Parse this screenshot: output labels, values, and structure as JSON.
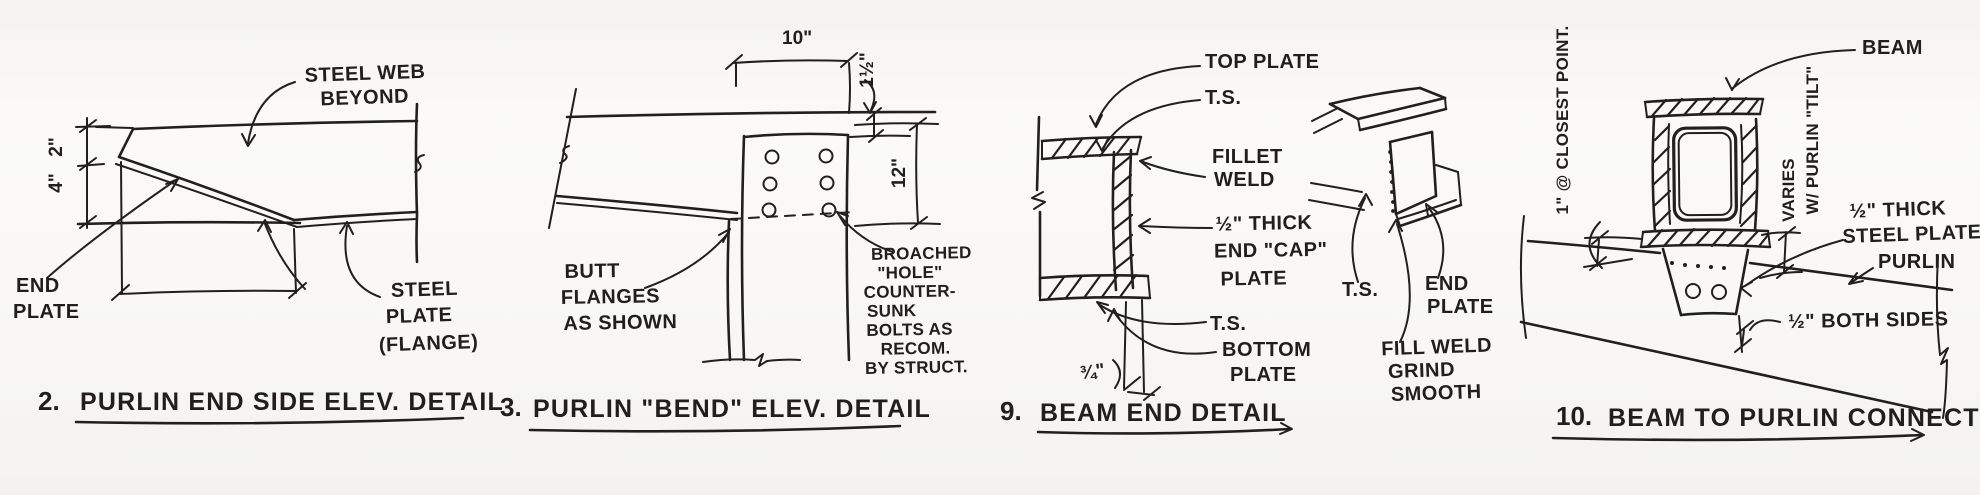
{
  "canvas": {
    "paper": "#f8f7f3",
    "ink": "#221f1c"
  },
  "p1": {
    "number": "2.",
    "title": "PURLIN END SIDE ELEV. DETAIL",
    "dims": {
      "web_depth": "2\"",
      "flange_drop": "4\""
    },
    "labels": {
      "steel_web": [
        "STEEL WEB",
        "BEYOND"
      ],
      "end_plate": [
        "END",
        "PLATE"
      ],
      "steel_plate": [
        "STEEL",
        "PLATE",
        "(FLANGE)"
      ]
    }
  },
  "p2": {
    "number": "3.",
    "title": "PURLIN \"BEND\" ELEV. DETAIL",
    "dims": {
      "width": "10\"",
      "offset": "1½\"",
      "depth": "12\""
    },
    "labels": {
      "butt": [
        "BUTT",
        "FLANGES",
        "AS SHOWN"
      ],
      "broached": [
        "BROACHED",
        "\"HOLE\"",
        "COUNTER-",
        "SUNK",
        "BOLTS AS",
        "RECOM.",
        "BY STRUCT."
      ]
    }
  },
  "p3": {
    "number": "9.",
    "title": "BEAM END DETAIL",
    "dims": {
      "overhang": "¾\""
    },
    "labels": {
      "top_plate": "TOP PLATE",
      "ts_upper": "T.S.",
      "fillet": [
        "FILLET",
        "WELD"
      ],
      "end_cap": [
        "½\" THICK",
        "END \"CAP\"",
        "PLATE"
      ],
      "ts_lower": "T.S.",
      "bottom_plate": [
        "BOTTOM",
        "PLATE"
      ],
      "iso_ts": "T.S.",
      "iso_end_plate": [
        "END",
        "PLATE"
      ],
      "iso_weld": [
        "FILL WELD",
        "GRIND",
        "SMOOTH"
      ]
    }
  },
  "p4": {
    "number": "10.",
    "title": "BEAM TO PURLIN CONNECTION",
    "dims": {
      "closest": "1\" @ CLOSEST POINT.",
      "varies": [
        "VARIES",
        "W/ PURLIN \"TILT\""
      ],
      "weld": "½\" BOTH SIDES"
    },
    "labels": {
      "beam": "BEAM",
      "steel_plate": [
        "½\" THICK",
        "STEEL PLATE"
      ],
      "purlin": "PURLIN"
    }
  }
}
